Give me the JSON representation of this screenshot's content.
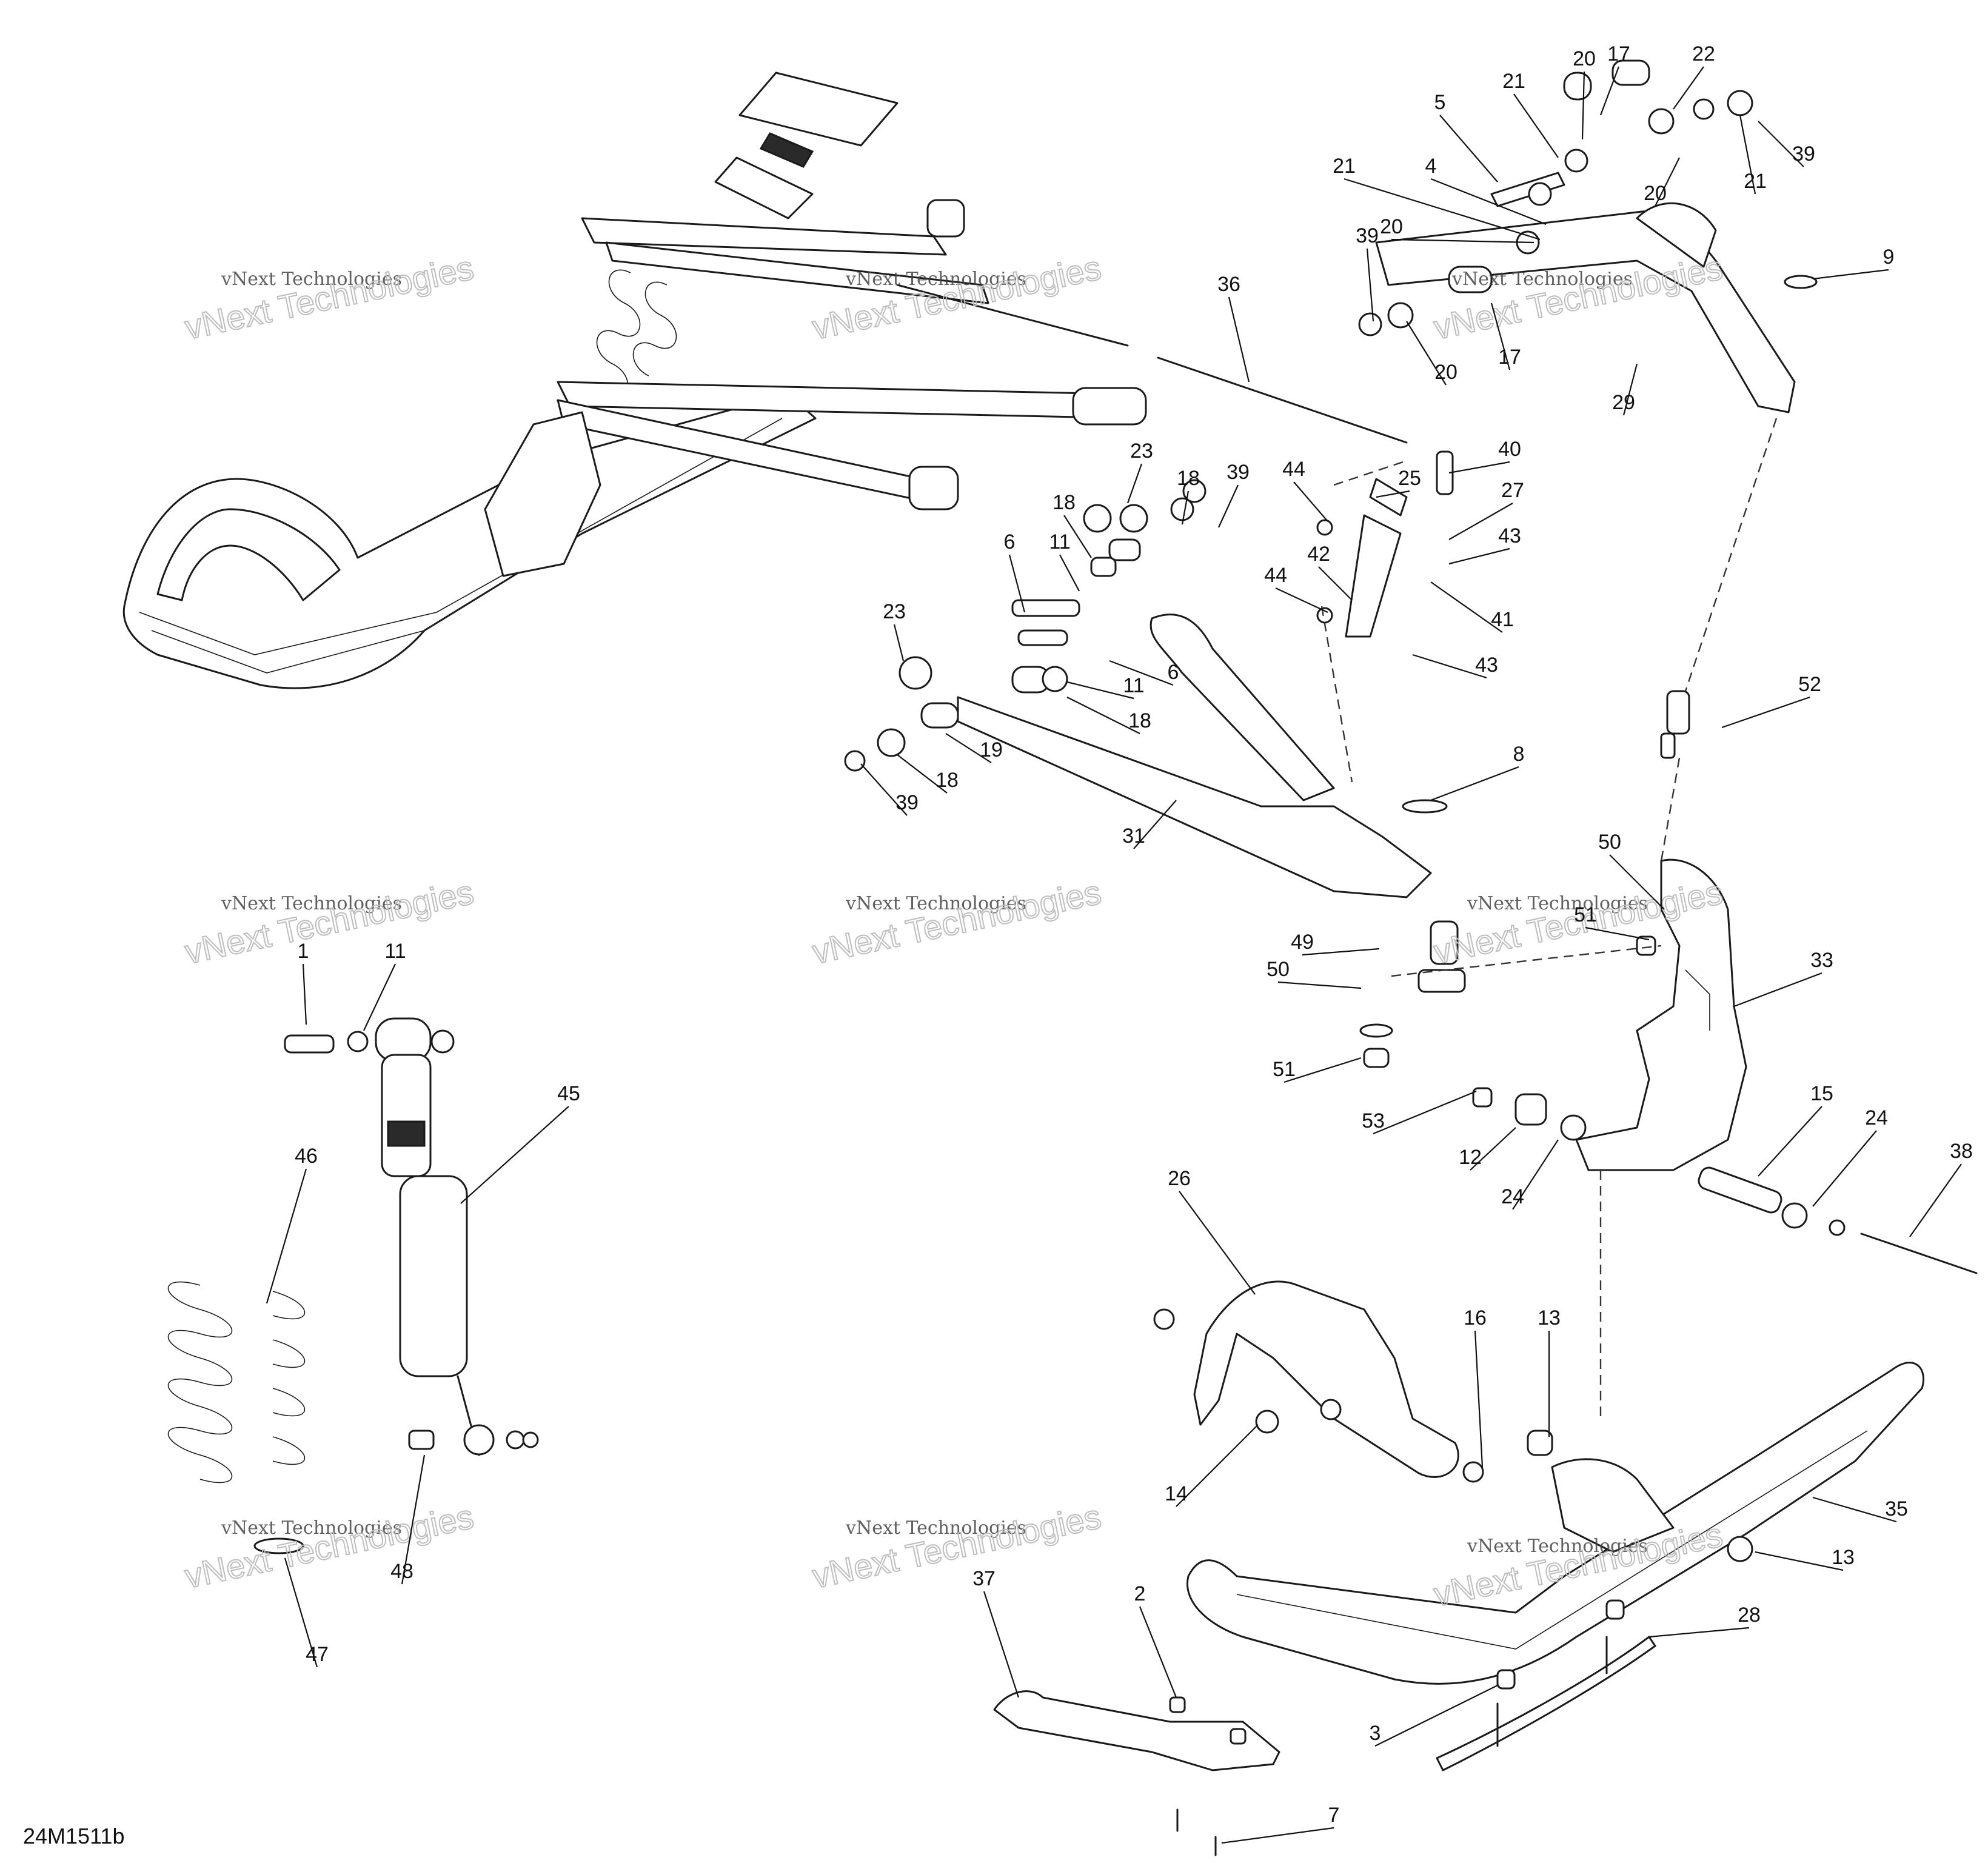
{
  "diagram": {
    "code": "24M1511b",
    "watermark": {
      "line1": "vNext Technologies",
      "line2": "vNext Technologies"
    },
    "callouts": [
      "1",
      "2",
      "3",
      "4",
      "5",
      "6",
      "6",
      "7",
      "8",
      "9",
      "11",
      "11",
      "11",
      "12",
      "13",
      "13",
      "14",
      "15",
      "16",
      "17",
      "17",
      "18",
      "18",
      "18",
      "18",
      "19",
      "20",
      "20",
      "20",
      "20",
      "21",
      "21",
      "21",
      "22",
      "23",
      "23",
      "24",
      "24",
      "25",
      "26",
      "27",
      "28",
      "29",
      "31",
      "33",
      "35",
      "36",
      "37",
      "38",
      "39",
      "39",
      "39",
      "39",
      "40",
      "41",
      "42",
      "43",
      "43",
      "44",
      "44",
      "45",
      "46",
      "47",
      "48",
      "49",
      "50",
      "50",
      "51",
      "51",
      "52",
      "53"
    ]
  }
}
